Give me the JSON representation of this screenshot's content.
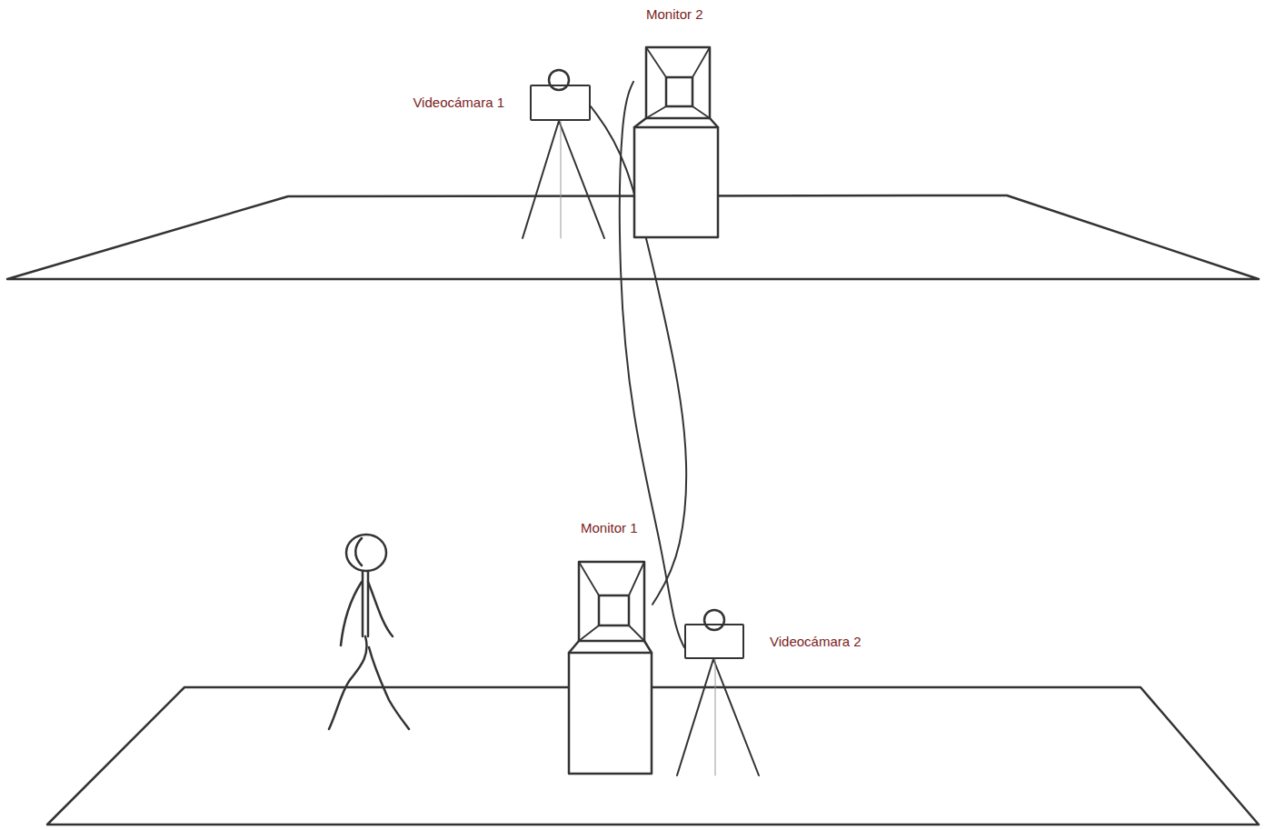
{
  "diagram": {
    "nodes": [
      {
        "text": [
          "Monitor 2"
        ]
      },
      {
        "text": [
          "Videocámara 1"
        ]
      },
      {
        "text": [
          "Monitor 1"
        ]
      },
      {
        "text": [
          "Videocámara 2"
        ]
      }
    ],
    "edges": [
      {
        "from": 1,
        "to": 2,
        "arrow": "none"
      },
      {
        "from": 0,
        "to": 3,
        "arrow": "none"
      }
    ]
  }
}
